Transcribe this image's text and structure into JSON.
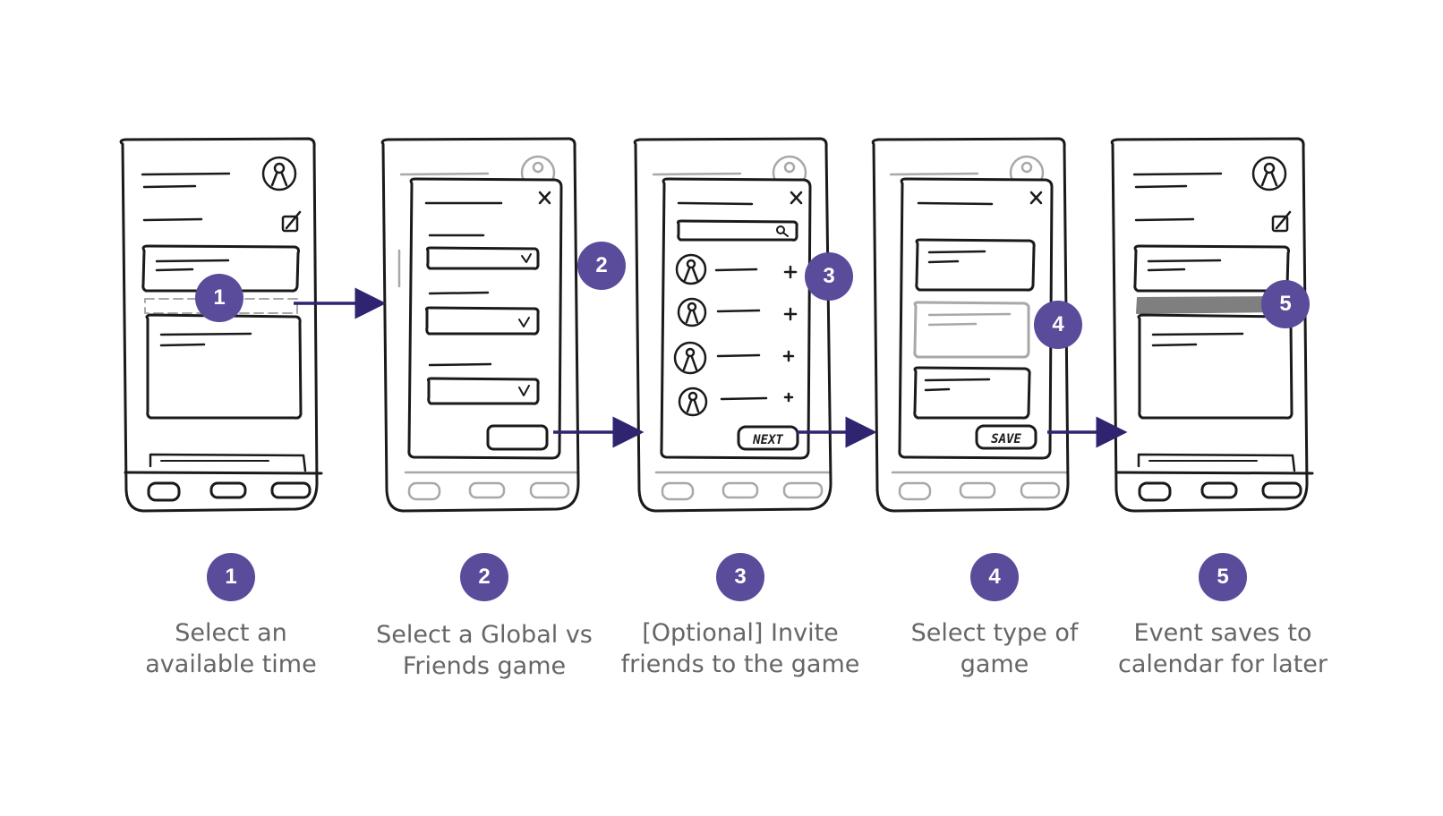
{
  "colors": {
    "badge": "#5a4b9b",
    "arrow": "#2e2470",
    "ink": "#1a1a1a",
    "faded": "#a8a8a8",
    "caption": "#666666"
  },
  "icons": [
    "profile-icon",
    "edit-icon",
    "close-icon",
    "search-icon",
    "add-icon",
    "chevron-down-icon"
  ],
  "steps": [
    {
      "number": "1",
      "caption_line1": "Select an",
      "caption_line2": "available time"
    },
    {
      "number": "2",
      "caption_line1": "Select a Global vs",
      "caption_line2": "Friends game"
    },
    {
      "number": "3",
      "caption_line1": "[Optional] Invite",
      "caption_line2": "friends to the game"
    },
    {
      "number": "4",
      "caption_line1": "Select type of",
      "caption_line2": "game"
    },
    {
      "number": "5",
      "caption_line1": "Event saves to",
      "caption_line2": "calendar for later"
    }
  ],
  "sketch_buttons": {
    "next": "NEXT",
    "save": "SAVE"
  }
}
